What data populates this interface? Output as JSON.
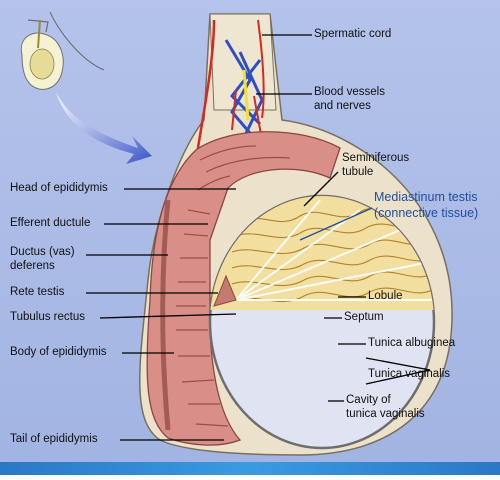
{
  "labels": {
    "spermatic_cord": "Spermatic cord",
    "blood_vessels_1": "Blood vessels",
    "blood_vessels_2": "and nerves",
    "seminiferous_1": "Seminiferous",
    "seminiferous_2": "tubule",
    "mediastinum_1": "Mediastinum testis",
    "mediastinum_2": "(connective tissue)",
    "head_epididymis": "Head of epididymis",
    "efferent_ductule": "Efferent ductule",
    "ductus_1": "Ductus (vas)",
    "ductus_2": "deferens",
    "rete_testis": "Rete testis",
    "tubulus_rectus": "Tubulus rectus",
    "body_epididymis": "Body of epididymis",
    "lobule": "Lobule",
    "septum": "Septum",
    "tunica_albuginea": "Tunica albuginea",
    "tunica_vaginalis": "Tunica vaginalis",
    "cavity_1": "Cavity of",
    "cavity_2": "tunica vaginalis",
    "tail_epididymis": "Tail of epididymis"
  },
  "colors": {
    "background_panel": "#a7b8e4",
    "outer_sac": "#e9dfc9",
    "epididymis": "#d98f87",
    "epididymis_dark": "#9c4f49",
    "tubule": "#e9c065",
    "tubule_dark": "#b1832a",
    "artery": "#d52a1f",
    "vein": "#2e4fc4",
    "nerve": "#f1e22b",
    "cavity": "#dfe3f2",
    "tunica": "#8a8a8a",
    "accent_blue": "#1f4e9c",
    "footer_bar": "#2f84cf"
  }
}
